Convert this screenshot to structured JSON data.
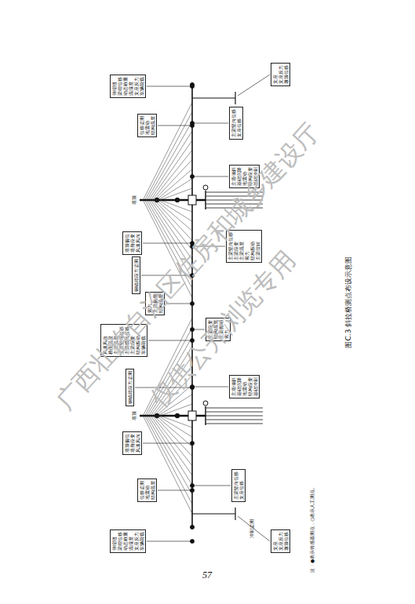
{
  "diagram": {
    "caption": "图C.3 斜拉桥测点布设示意图",
    "nodes": [
      {
        "text": [
          "伸缩缝",
          "梁端位移",
          "动态称重",
          "温湿度",
          "支座反力",
          "车辆荷载"
        ]
      },
      {
        "text": [
          "位移监测",
          "地震动",
          "结构温度"
        ]
      },
      {
        "text": [
          "塔顶偏位",
          "塔身应变",
          "风速风向"
        ]
      },
      {
        "text": [
          "钢锚箱应力监测"
        ]
      },
      {
        "text": [
          "风速风向",
          "桥面温度",
          "主梁温度",
          "主梁竖向位移",
          "主梁横向位移",
          "主梁应变",
          "结构振动",
          "车辆荷载"
        ]
      },
      {
        "text": [
          "索力",
          "主梁挠度",
          "结构温度"
        ]
      },
      {
        "text": [
          "塔顶偏位",
          "塔身应变",
          "风速风向"
        ]
      },
      {
        "text": [
          "钢锚箱应力监测"
        ]
      },
      {
        "text": [
          "位移监测",
          "地震动",
          "结构温度"
        ]
      },
      {
        "text": [
          "伸缩缝",
          "梁端位移",
          "动态称重",
          "温湿度",
          "支座反力",
          "车辆荷载"
        ]
      },
      {
        "text": [
          "支座",
          "支座反力",
          "墩顶位移"
        ]
      },
      {
        "text": [
          "主梁竖向位移",
          "支座位移"
        ]
      },
      {
        "text": [
          "主塔倾斜",
          "基础沉降",
          "地震动",
          "结构应变",
          "基础冲刷"
        ]
      },
      {
        "text": [
          "主梁竖向位移",
          "主梁应变",
          "主梁温度",
          "索力",
          "结构振动",
          "主梁扭转"
        ]
      },
      {
        "text": [
          "主梁应变",
          "结构温度",
          "主梁振动",
          "索力"
        ]
      },
      {
        "text": [
          "主塔倾斜",
          "基础沉降",
          "地震动",
          "结构应变",
          "基础冲刷"
        ]
      },
      {
        "text": [
          "主梁竖向位移",
          "支座位移"
        ]
      },
      {
        "text": [
          "支座",
          "支座反力",
          "墩顶位移"
        ]
      }
    ],
    "labels": [
      "塔顶",
      "塔顶",
      "冲刷监测",
      "注：●表示传感器测点，○表示人工测点。",
      "广西壮族自治区住房和城乡建设厅",
      "仅供公开浏览专用",
      "57"
    ]
  }
}
